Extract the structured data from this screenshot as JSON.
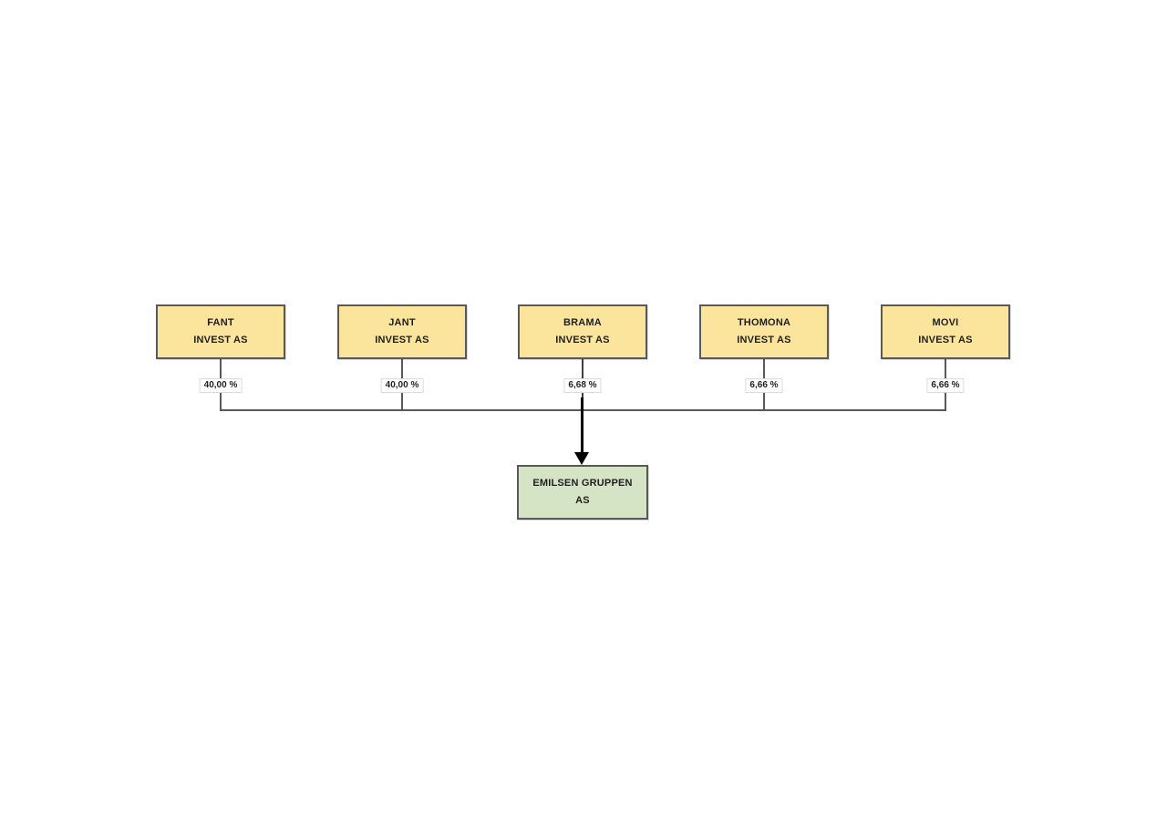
{
  "diagram": {
    "type": "ownership-structure",
    "owners": [
      {
        "line1": "FANT",
        "line2": "INVEST AS",
        "percent": "40,00 %"
      },
      {
        "line1": "JANT",
        "line2": "INVEST AS",
        "percent": "40,00 %"
      },
      {
        "line1": "BRAMA",
        "line2": "INVEST AS",
        "percent": "6,68 %"
      },
      {
        "line1": "THOMONA",
        "line2": "INVEST AS",
        "percent": "6,66 %"
      },
      {
        "line1": "MOVI",
        "line2": "INVEST AS",
        "percent": "6,66 %"
      }
    ],
    "target": {
      "line1": "EMILSEN GRUPPEN",
      "line2": "AS"
    },
    "colors": {
      "owner_box_fill": "#FBE49C",
      "owner_box_border": "#595959",
      "target_box_fill": "#D6E4C6",
      "target_box_border": "#595959",
      "connector_line": "#595959",
      "arrow": "#000000",
      "percent_label_bg": "#FFFFFF",
      "percent_label_border": "#DCDCDC",
      "canvas_bg": "#FFFFFF"
    }
  }
}
